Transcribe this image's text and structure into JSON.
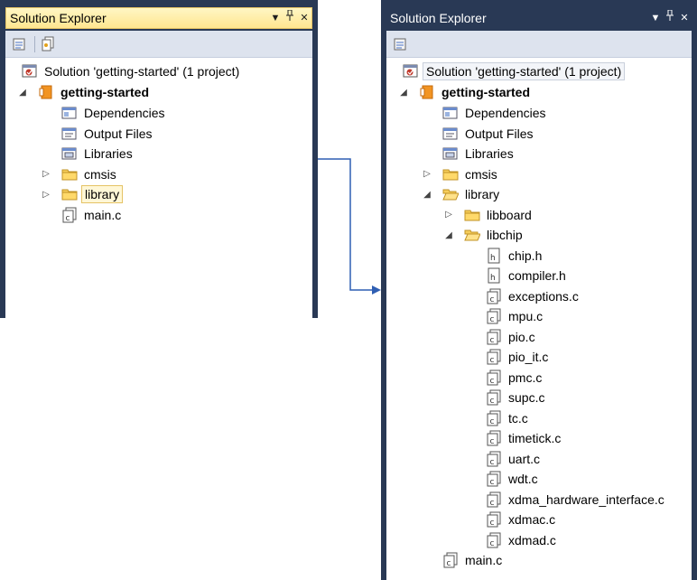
{
  "panel_title": "Solution Explorer",
  "titlebar_buttons": {
    "dropdown": "▼",
    "pin": "📌",
    "close": "✕"
  },
  "solution_label": "Solution 'getting-started' (1 project)",
  "project_label": "getting-started",
  "left_tree": [
    {
      "label": "Dependencies",
      "icon": "dependencies-icon"
    },
    {
      "label": "Output Files",
      "icon": "output-files-icon"
    },
    {
      "label": "Libraries",
      "icon": "libraries-icon"
    },
    {
      "label": "cmsis",
      "icon": "folder-icon",
      "expander": "collapsed"
    },
    {
      "label": "library",
      "icon": "folder-icon",
      "expander": "collapsed",
      "selected": true
    },
    {
      "label": "main.c",
      "icon": "c-file-icon"
    }
  ],
  "right_tree": [
    {
      "label": "Dependencies",
      "icon": "dependencies-icon"
    },
    {
      "label": "Output Files",
      "icon": "output-files-icon"
    },
    {
      "label": "Libraries",
      "icon": "libraries-icon"
    },
    {
      "label": "cmsis",
      "icon": "folder-icon",
      "expander": "collapsed"
    },
    {
      "label": "library",
      "icon": "folder-open-icon",
      "expander": "expanded"
    },
    {
      "label": "libboard",
      "icon": "folder-icon",
      "expander": "collapsed"
    },
    {
      "label": "libchip",
      "icon": "folder-open-icon",
      "expander": "expanded"
    },
    {
      "label": "chip.h",
      "icon": "h-file-icon"
    },
    {
      "label": "compiler.h",
      "icon": "h-file-icon"
    },
    {
      "label": "exceptions.c",
      "icon": "c-file-icon"
    },
    {
      "label": "mpu.c",
      "icon": "c-file-icon"
    },
    {
      "label": "pio.c",
      "icon": "c-file-icon"
    },
    {
      "label": "pio_it.c",
      "icon": "c-file-icon"
    },
    {
      "label": "pmc.c",
      "icon": "c-file-icon"
    },
    {
      "label": "supc.c",
      "icon": "c-file-icon"
    },
    {
      "label": "tc.c",
      "icon": "c-file-icon"
    },
    {
      "label": "timetick.c",
      "icon": "c-file-icon"
    },
    {
      "label": "uart.c",
      "icon": "c-file-icon"
    },
    {
      "label": "wdt.c",
      "icon": "c-file-icon"
    },
    {
      "label": "xdma_hardware_interface.c",
      "icon": "c-file-icon"
    },
    {
      "label": "xdmac.c",
      "icon": "c-file-icon"
    },
    {
      "label": "xdmad.c",
      "icon": "c-file-icon"
    },
    {
      "label": "main.c",
      "icon": "c-file-icon"
    }
  ],
  "colors": {
    "frame": "#293955",
    "active_title": "#ffe690",
    "connector": "#2f5fb3"
  }
}
